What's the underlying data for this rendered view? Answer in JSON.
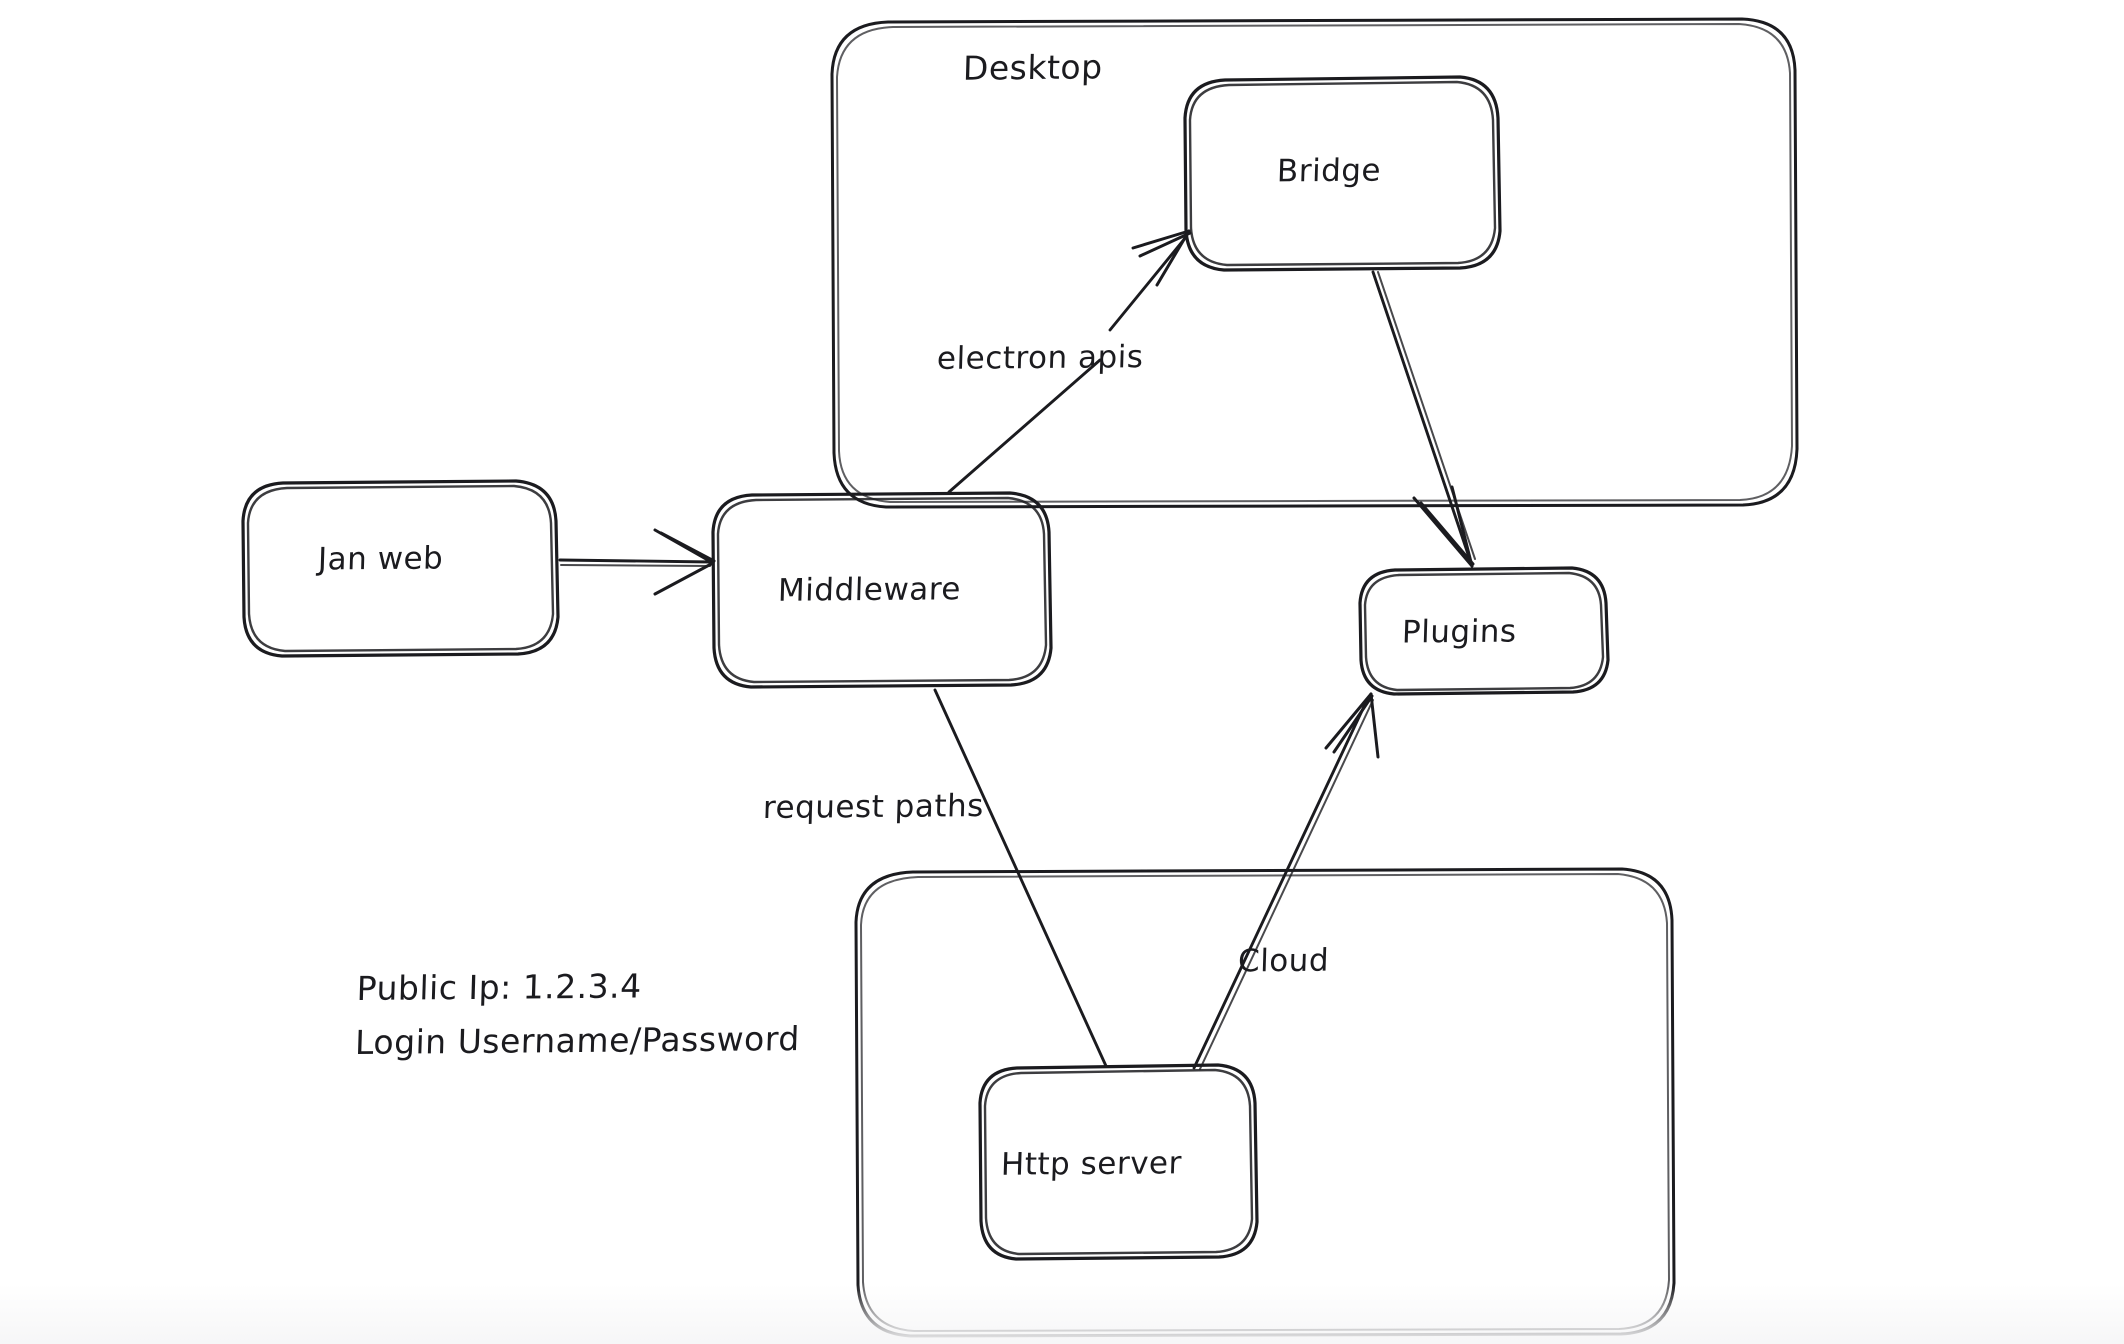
{
  "diagram": {
    "title_visible": false,
    "background_color": "#ffffff",
    "stroke_color": "#1b1b1f",
    "style": "hand-drawn-sketch"
  },
  "groups": [
    {
      "id": "desktop",
      "label": "Desktop",
      "contains": [
        "bridge"
      ]
    },
    {
      "id": "cloud-group",
      "label": "",
      "contains": [
        "http-server"
      ]
    }
  ],
  "nodes": [
    {
      "id": "jan-web",
      "label": "Jan web"
    },
    {
      "id": "middleware",
      "label": "Middleware"
    },
    {
      "id": "bridge",
      "label": "Bridge"
    },
    {
      "id": "plugins",
      "label": "Plugins"
    },
    {
      "id": "http-server",
      "label": "Http server"
    }
  ],
  "edges": [
    {
      "id": "e-janweb-middleware",
      "from": "jan-web",
      "to": "middleware",
      "label": ""
    },
    {
      "id": "e-middleware-bridge",
      "from": "middleware",
      "to": "bridge",
      "label": "electron apis"
    },
    {
      "id": "e-bridge-plugins",
      "from": "bridge",
      "to": "plugins",
      "label": ""
    },
    {
      "id": "e-middleware-http",
      "from": "middleware",
      "to": "http-server",
      "label": "request paths"
    },
    {
      "id": "e-http-plugins",
      "from": "http-server",
      "to": "plugins",
      "label": "Cloud"
    }
  ],
  "notes": {
    "server_note": {
      "line1": "Public Ip: 1.2.3.4",
      "line2": "Login Username/Password"
    }
  }
}
